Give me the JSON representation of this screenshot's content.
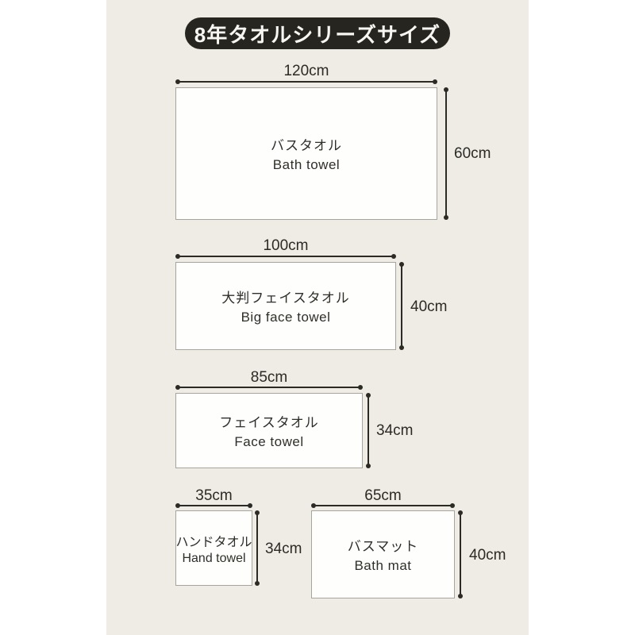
{
  "title": "8年タオルシリーズサイズ",
  "towels": [
    {
      "name_jp": "バスタオル",
      "name_en": "Bath towel",
      "width_label": "120cm",
      "height_label": "60cm",
      "width_cm": 120,
      "height_cm": 60
    },
    {
      "name_jp": "大判フェイスタオル",
      "name_en": "Big face towel",
      "width_label": "100cm",
      "height_label": "40cm",
      "width_cm": 100,
      "height_cm": 40
    },
    {
      "name_jp": "フェイスタオル",
      "name_en": "Face towel",
      "width_label": "85cm",
      "height_label": "34cm",
      "width_cm": 85,
      "height_cm": 34
    },
    {
      "name_jp": "ハンドタオル",
      "name_en": "Hand towel",
      "width_label": "35cm",
      "height_label": "34cm",
      "width_cm": 35,
      "height_cm": 34
    },
    {
      "name_jp": "バスマット",
      "name_en": "Bath mat",
      "width_label": "65cm",
      "height_label": "40cm",
      "width_cm": 65,
      "height_cm": 40
    }
  ],
  "colors": {
    "background": "#ffffff",
    "panel": "#efece6",
    "badge": "#272520",
    "badge_text": "#f8f7f4",
    "line": "#2c2a25",
    "rect_border": "#a7a49e",
    "rect_fill": "#fefefd",
    "text": "#302e29"
  }
}
